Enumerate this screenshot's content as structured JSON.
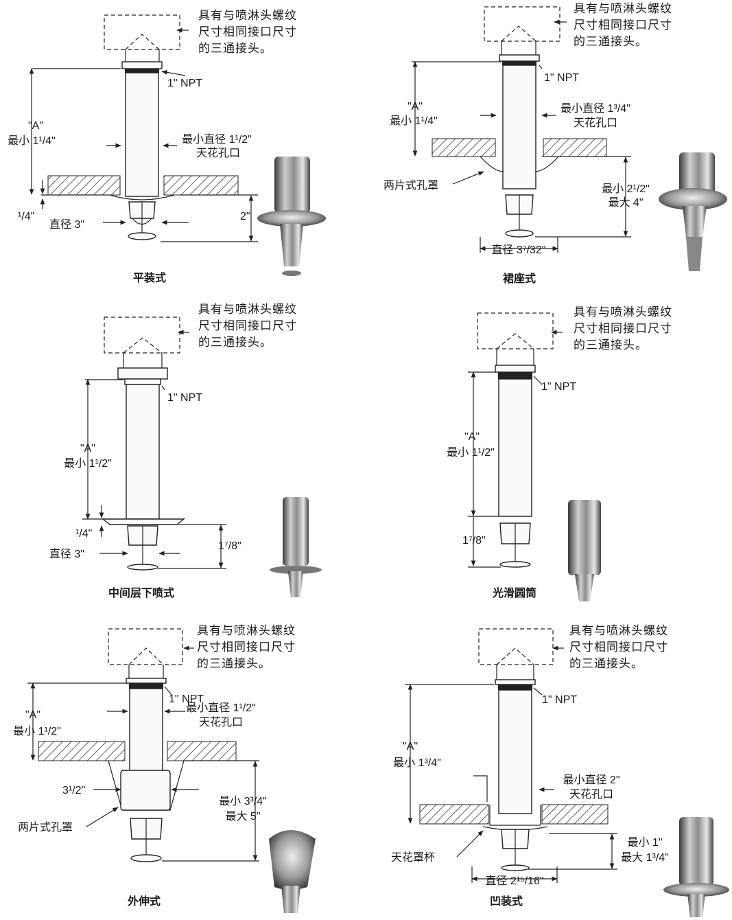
{
  "panels": [
    {
      "caption": "平装式",
      "tee_note": [
        "具有与喷淋头螺纹",
        "尺寸相同接口尺寸",
        "的三通接头。"
      ],
      "npt": "1\" NPT",
      "a_label": "\"A\"",
      "a_min": "最小 1¹/4\"",
      "opening_line1": "最小直径 1¹/2\"",
      "opening_line2": "天花孔口",
      "gap": "¹/4\"",
      "diameter": "直径 3\"",
      "drop": "2\""
    },
    {
      "caption": "裙座式",
      "tee_note": [
        "具有与喷淋头螺纹",
        "尺寸相同接口尺寸",
        "的三通接头。"
      ],
      "npt": "1\" NPT",
      "a_label": "\"A\"",
      "a_min": "最小 1¹/4\"",
      "opening_line1": "最小直径 1³/4\"",
      "opening_line2": "天花孔口",
      "escutcheon": "两片式孔罩",
      "range_min": "最小 2¹/2\"",
      "range_max": "最大 4\"",
      "diameter": "直径 3⁷/32\""
    },
    {
      "caption": "中间层下喷式",
      "tee_note": [
        "具有与喷淋头螺纹",
        "尺寸相同接口尺寸",
        "的三通接头。"
      ],
      "npt": "1\" NPT",
      "a_label": "\"A\"",
      "a_min": "最小 1¹/2\"",
      "gap": "¹/4\"",
      "diameter": "直径 3\"",
      "drop": "1⁷/8\""
    },
    {
      "caption": "光滑圆筒",
      "tee_note": [
        "具有与喷淋头螺纹",
        "尺寸相同接口尺寸",
        "的三通接头。"
      ],
      "npt": "1\" NPT",
      "a_label": "\"A\"",
      "a_min": "最小 1¹/2\"",
      "drop": "1⁷/8\""
    },
    {
      "caption": "外伸式",
      "tee_note": [
        "具有与喷淋头螺纹",
        "尺寸相同接口尺寸",
        "的三通接头。"
      ],
      "npt": "1\" NPT",
      "a_label": "\"A\"",
      "a_min": "最小 1¹/2\"",
      "opening_line1": "最小直径 1¹/2\"",
      "opening_line2": "天花孔口",
      "width": "3¹/2\"",
      "escutcheon": "两片式孔罩",
      "range_min": "最小 3³/4\"",
      "range_max": "最大 5\""
    },
    {
      "caption": "凹装式",
      "tee_note": [
        "具有与喷淋头螺纹",
        "尺寸相同接口尺寸",
        "的三通接头。"
      ],
      "npt": "1\" NPT",
      "a_label": "\"A\"",
      "a_min": "最小 1³/4\"",
      "opening_line1": "最小直径 2\"",
      "opening_line2": "天花孔口",
      "escutcheon": "天花罩杯",
      "range_min": "最小 1\"",
      "range_max": "最大 1³/4\"",
      "diameter": "直径 2¹⁵/16\""
    }
  ]
}
